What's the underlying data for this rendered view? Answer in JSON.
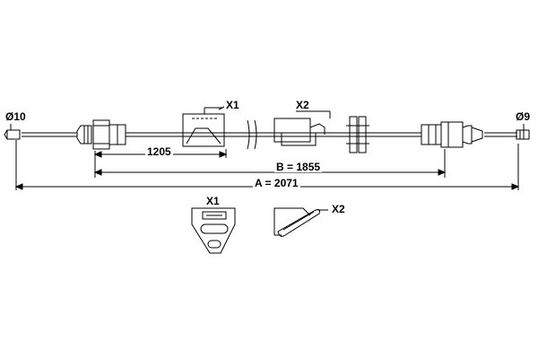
{
  "diagram": {
    "left_end_label": "Ø10",
    "right_end_label": "Ø9",
    "detail_x1_label": "X1",
    "detail_x2_label": "X2",
    "dimensions": {
      "partial": "1205",
      "b": "B = 1855",
      "a": "A = 2071"
    },
    "inset_x1_label": "X1",
    "inset_x2_label": "X2",
    "line_color": "#000000",
    "background_color": "#ffffff"
  }
}
